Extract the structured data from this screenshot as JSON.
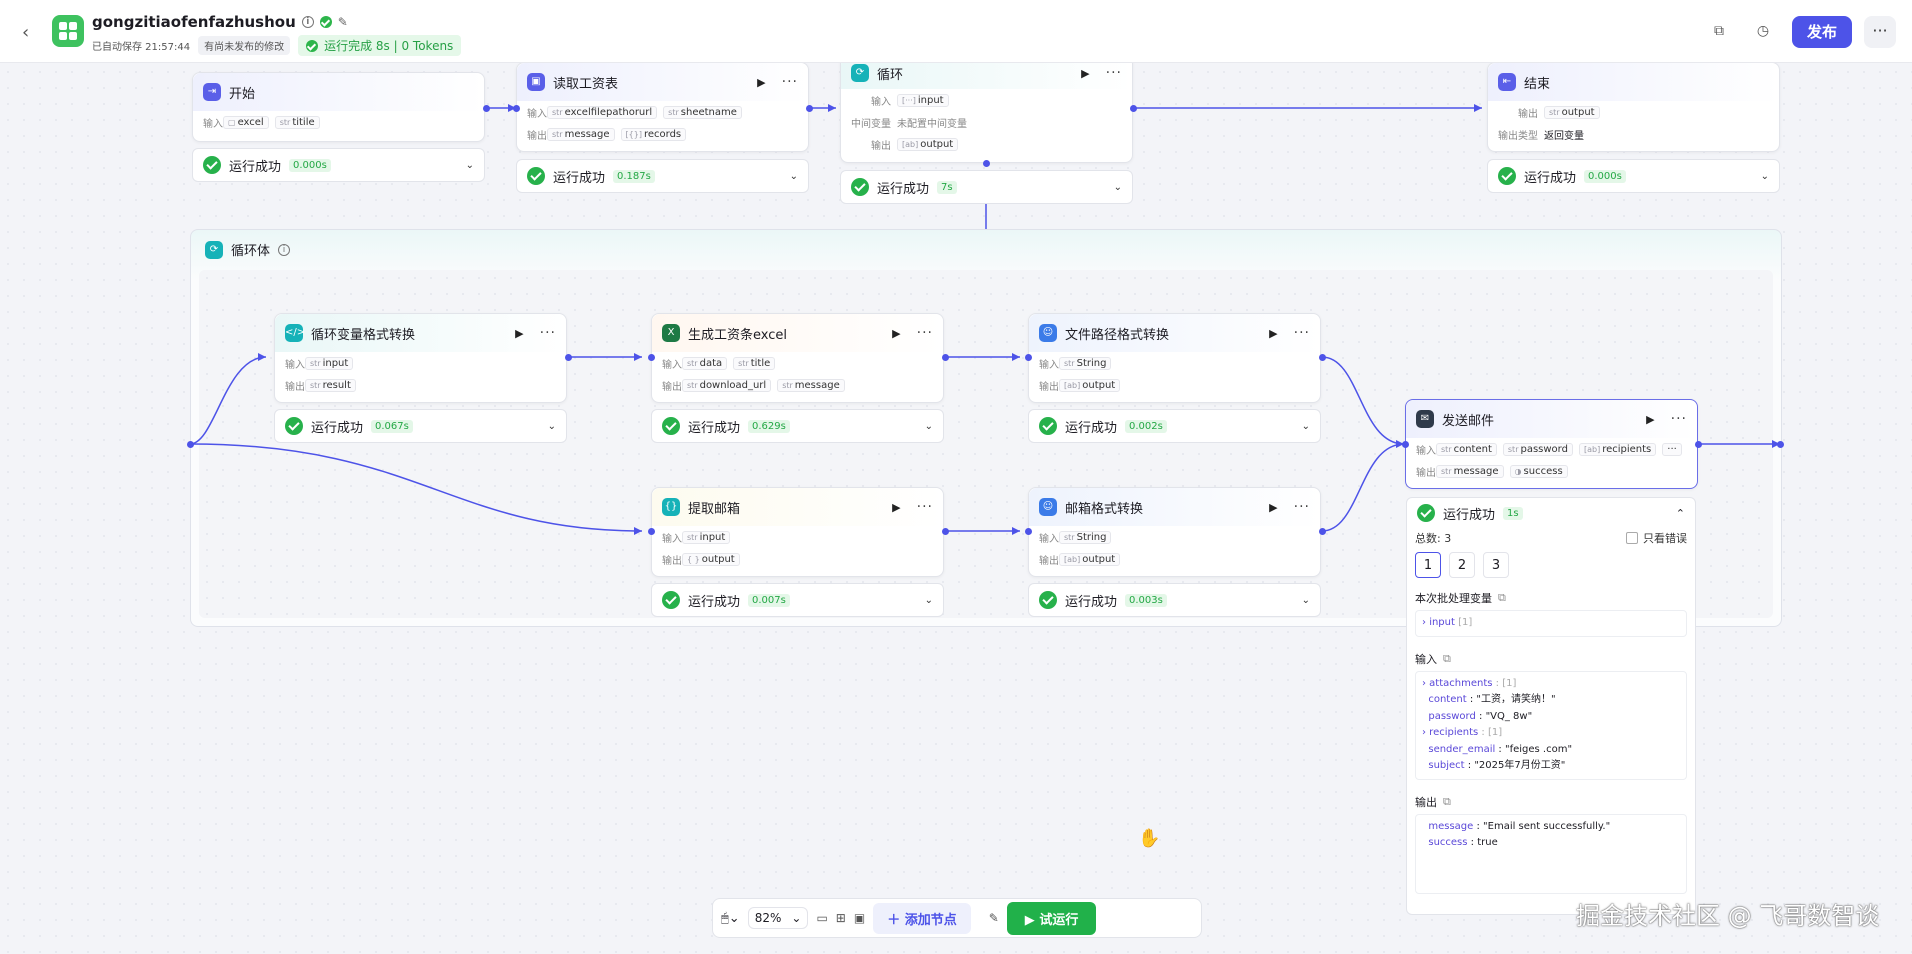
{
  "app": {
    "title": "gongzitiaofenfazhushou",
    "autosave": "已自动保存 21:57:44",
    "unpublished": "有尚未发布的修改",
    "run_status": "运行完成 8s | 0 Tokens",
    "publish": "发布",
    "more": "···",
    "colors": {
      "accent": "#4d53e8",
      "success": "#27b14b"
    }
  },
  "nodes": {
    "start": {
      "title": "开始",
      "in_label": "输入",
      "inputs": [
        "excel",
        "titile"
      ],
      "status": "运行成功",
      "time": "0.000s"
    },
    "read": {
      "title": "读取工资表",
      "in_label": "输入",
      "out_label": "输出",
      "inputs": [
        "excelfilepathorurl",
        "sheetname"
      ],
      "outputs": [
        "message",
        "records"
      ],
      "status": "运行成功",
      "time": "0.187s"
    },
    "loop": {
      "title": "循环",
      "in_label": "输入",
      "mid_label": "中间变量",
      "mid_value": "未配置中间变量",
      "out_label": "输出",
      "input": "input",
      "output": "output",
      "status": "运行成功",
      "time": "7s"
    },
    "end": {
      "title": "结束",
      "out_label": "输出",
      "output": "output",
      "type_label": "输出类型",
      "type_value": "返回变量",
      "status": "运行成功",
      "time": "0.000s"
    },
    "group": {
      "title": "循环体"
    },
    "conv": {
      "title": "循环变量格式转换",
      "in_label": "输入",
      "out_label": "输出",
      "input": "input",
      "output": "result",
      "status": "运行成功",
      "time": "0.067s"
    },
    "excel": {
      "title": "生成工资条excel",
      "in_label": "输入",
      "out_label": "输出",
      "inputs": [
        "data",
        "title"
      ],
      "outputs": [
        "download_url",
        "message"
      ],
      "status": "运行成功",
      "time": "0.629s"
    },
    "path": {
      "title": "文件路径格式转换",
      "in_label": "输入",
      "out_label": "输出",
      "input": "String",
      "output": "output",
      "status": "运行成功",
      "time": "0.002s"
    },
    "extract": {
      "title": "提取邮箱",
      "in_label": "输入",
      "out_label": "输出",
      "input": "input",
      "output": "output",
      "status": "运行成功",
      "time": "0.007s"
    },
    "mailfmt": {
      "title": "邮箱格式转换",
      "in_label": "输入",
      "out_label": "输出",
      "input": "String",
      "output": "output",
      "status": "运行成功",
      "time": "0.003s"
    },
    "send": {
      "title": "发送邮件",
      "in_label": "输入",
      "out_label": "输出",
      "inputs": [
        "content",
        "password",
        "recipients"
      ],
      "outputs": [
        "message",
        "success"
      ],
      "status": "运行成功",
      "time": "1s"
    }
  },
  "detail": {
    "total": "总数: 3",
    "only_errors": "只看错误",
    "pages": [
      "1",
      "2",
      "3"
    ],
    "batch_label": "本次批处理变量",
    "batch_item": "input",
    "batch_count": "[1]",
    "input_label": "输入",
    "output_label": "输出",
    "inputs": [
      {
        "k": "attachments",
        "v": "[1]",
        "arrow": true
      },
      {
        "k": "content",
        "v": "\"工资，请笑纳！\""
      },
      {
        "k": "password",
        "v": "\"VQ_            8w\""
      },
      {
        "k": "recipients",
        "v": "[1]",
        "arrow": true
      },
      {
        "k": "sender_email",
        "v": "\"feiges              .com\""
      },
      {
        "k": "subject",
        "v": "\"2025年7月份工资\""
      }
    ],
    "outputs": [
      {
        "k": "message",
        "v": "\"Email sent successfully.\""
      },
      {
        "k": "success",
        "v": "true"
      }
    ]
  },
  "toolbar": {
    "zoom": "82%",
    "add_node": "添加节点",
    "trial_run": "试运行"
  },
  "watermark": "掘金技术社区 @ 飞哥数智谈"
}
